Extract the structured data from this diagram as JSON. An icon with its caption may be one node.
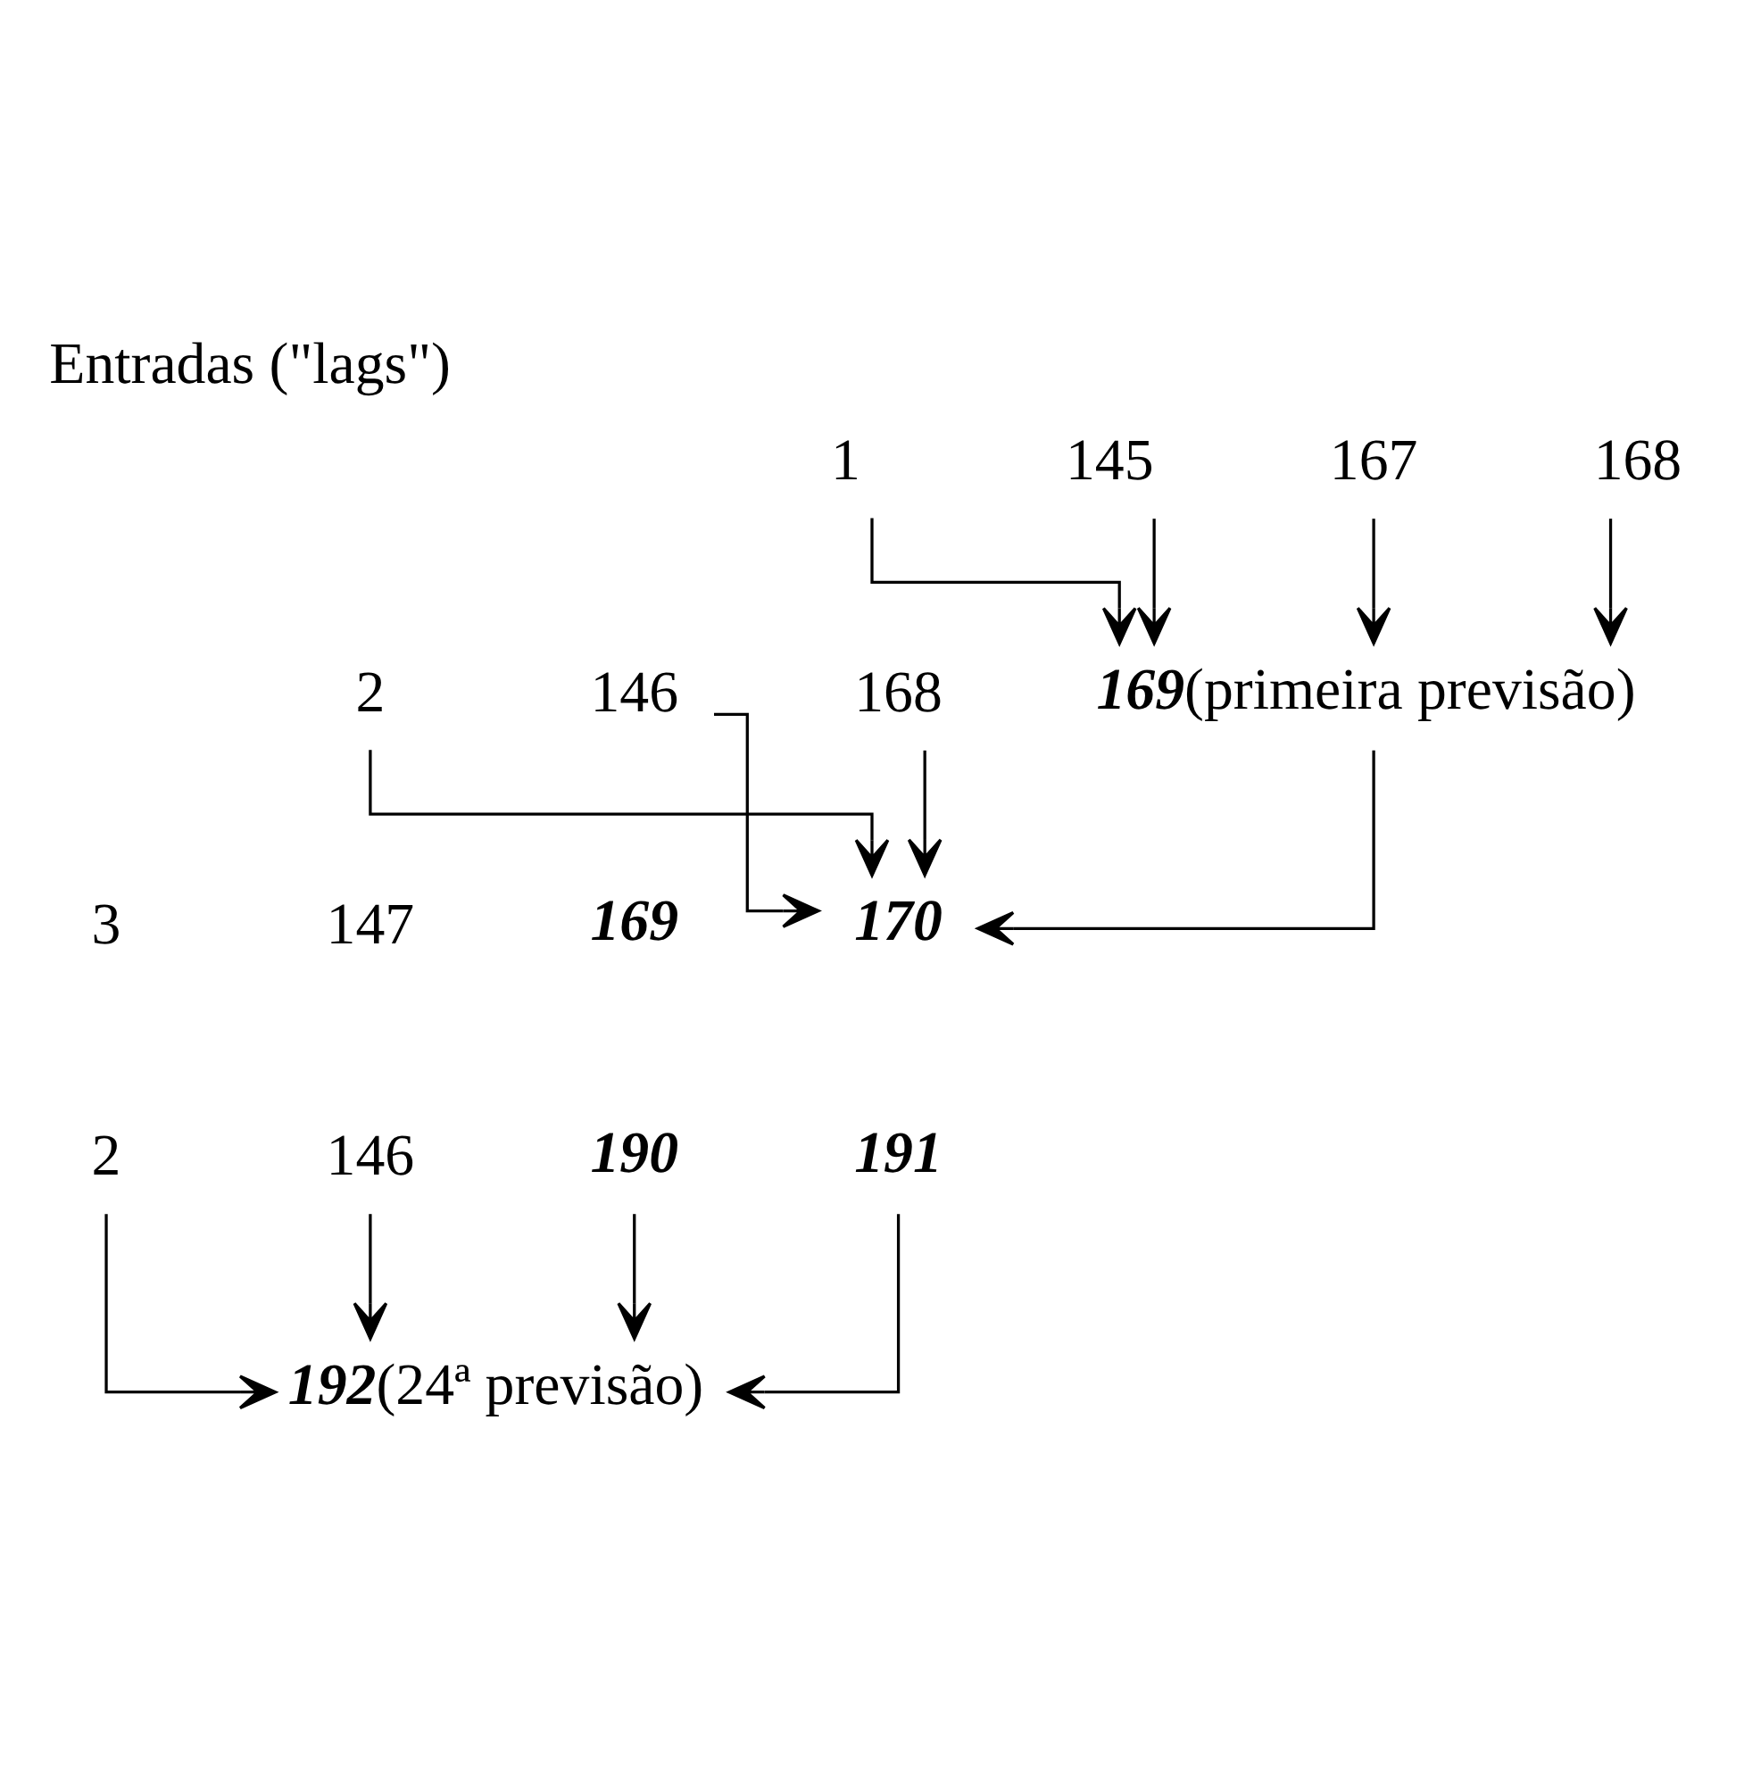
{
  "diagram": {
    "title": "Entradas (\"lags\")",
    "nodes": [
      {
        "text": [
          "1"
        ]
      },
      {
        "text": [
          "145"
        ]
      },
      {
        "text": [
          "167"
        ]
      },
      {
        "text": [
          "168"
        ]
      },
      {
        "text": [
          "169"
        ],
        "beside": [
          "(primeira previsão)"
        ]
      },
      {
        "text": [
          "2"
        ]
      },
      {
        "text": [
          "146"
        ]
      },
      {
        "text": [
          "168"
        ]
      },
      {
        "text": [
          "170"
        ]
      },
      {
        "text": [
          "2"
        ]
      },
      {
        "text": [
          "146"
        ]
      },
      {
        "text": [
          "190"
        ]
      },
      {
        "text": [
          "191"
        ]
      },
      {
        "text": [
          "192"
        ],
        "beside": [
          "(24ª previsão)"
        ]
      }
    ],
    "edges": [
      {
        "from": 0,
        "to": 4,
        "arrow": "to"
      },
      {
        "from": 1,
        "to": 4,
        "arrow": "to"
      },
      {
        "from": 2,
        "to": 4,
        "arrow": "to"
      },
      {
        "from": 3,
        "to": 4,
        "arrow": "to"
      },
      {
        "from": 5,
        "to": 8,
        "arrow": "to"
      },
      {
        "from": 6,
        "to": 8,
        "arrow": "to"
      },
      {
        "from": 7,
        "to": 8,
        "arrow": "to"
      },
      {
        "from": 4,
        "to": 8,
        "arrow": "to"
      },
      {
        "from": 9,
        "to": 13,
        "arrow": "to"
      },
      {
        "from": 10,
        "to": 13,
        "arrow": "to"
      },
      {
        "from": 11,
        "to": 13,
        "arrow": "to"
      },
      {
        "from": 12,
        "to": 13,
        "arrow": "to"
      }
    ],
    "labels": [
      "3",
      "147",
      "169"
    ]
  }
}
